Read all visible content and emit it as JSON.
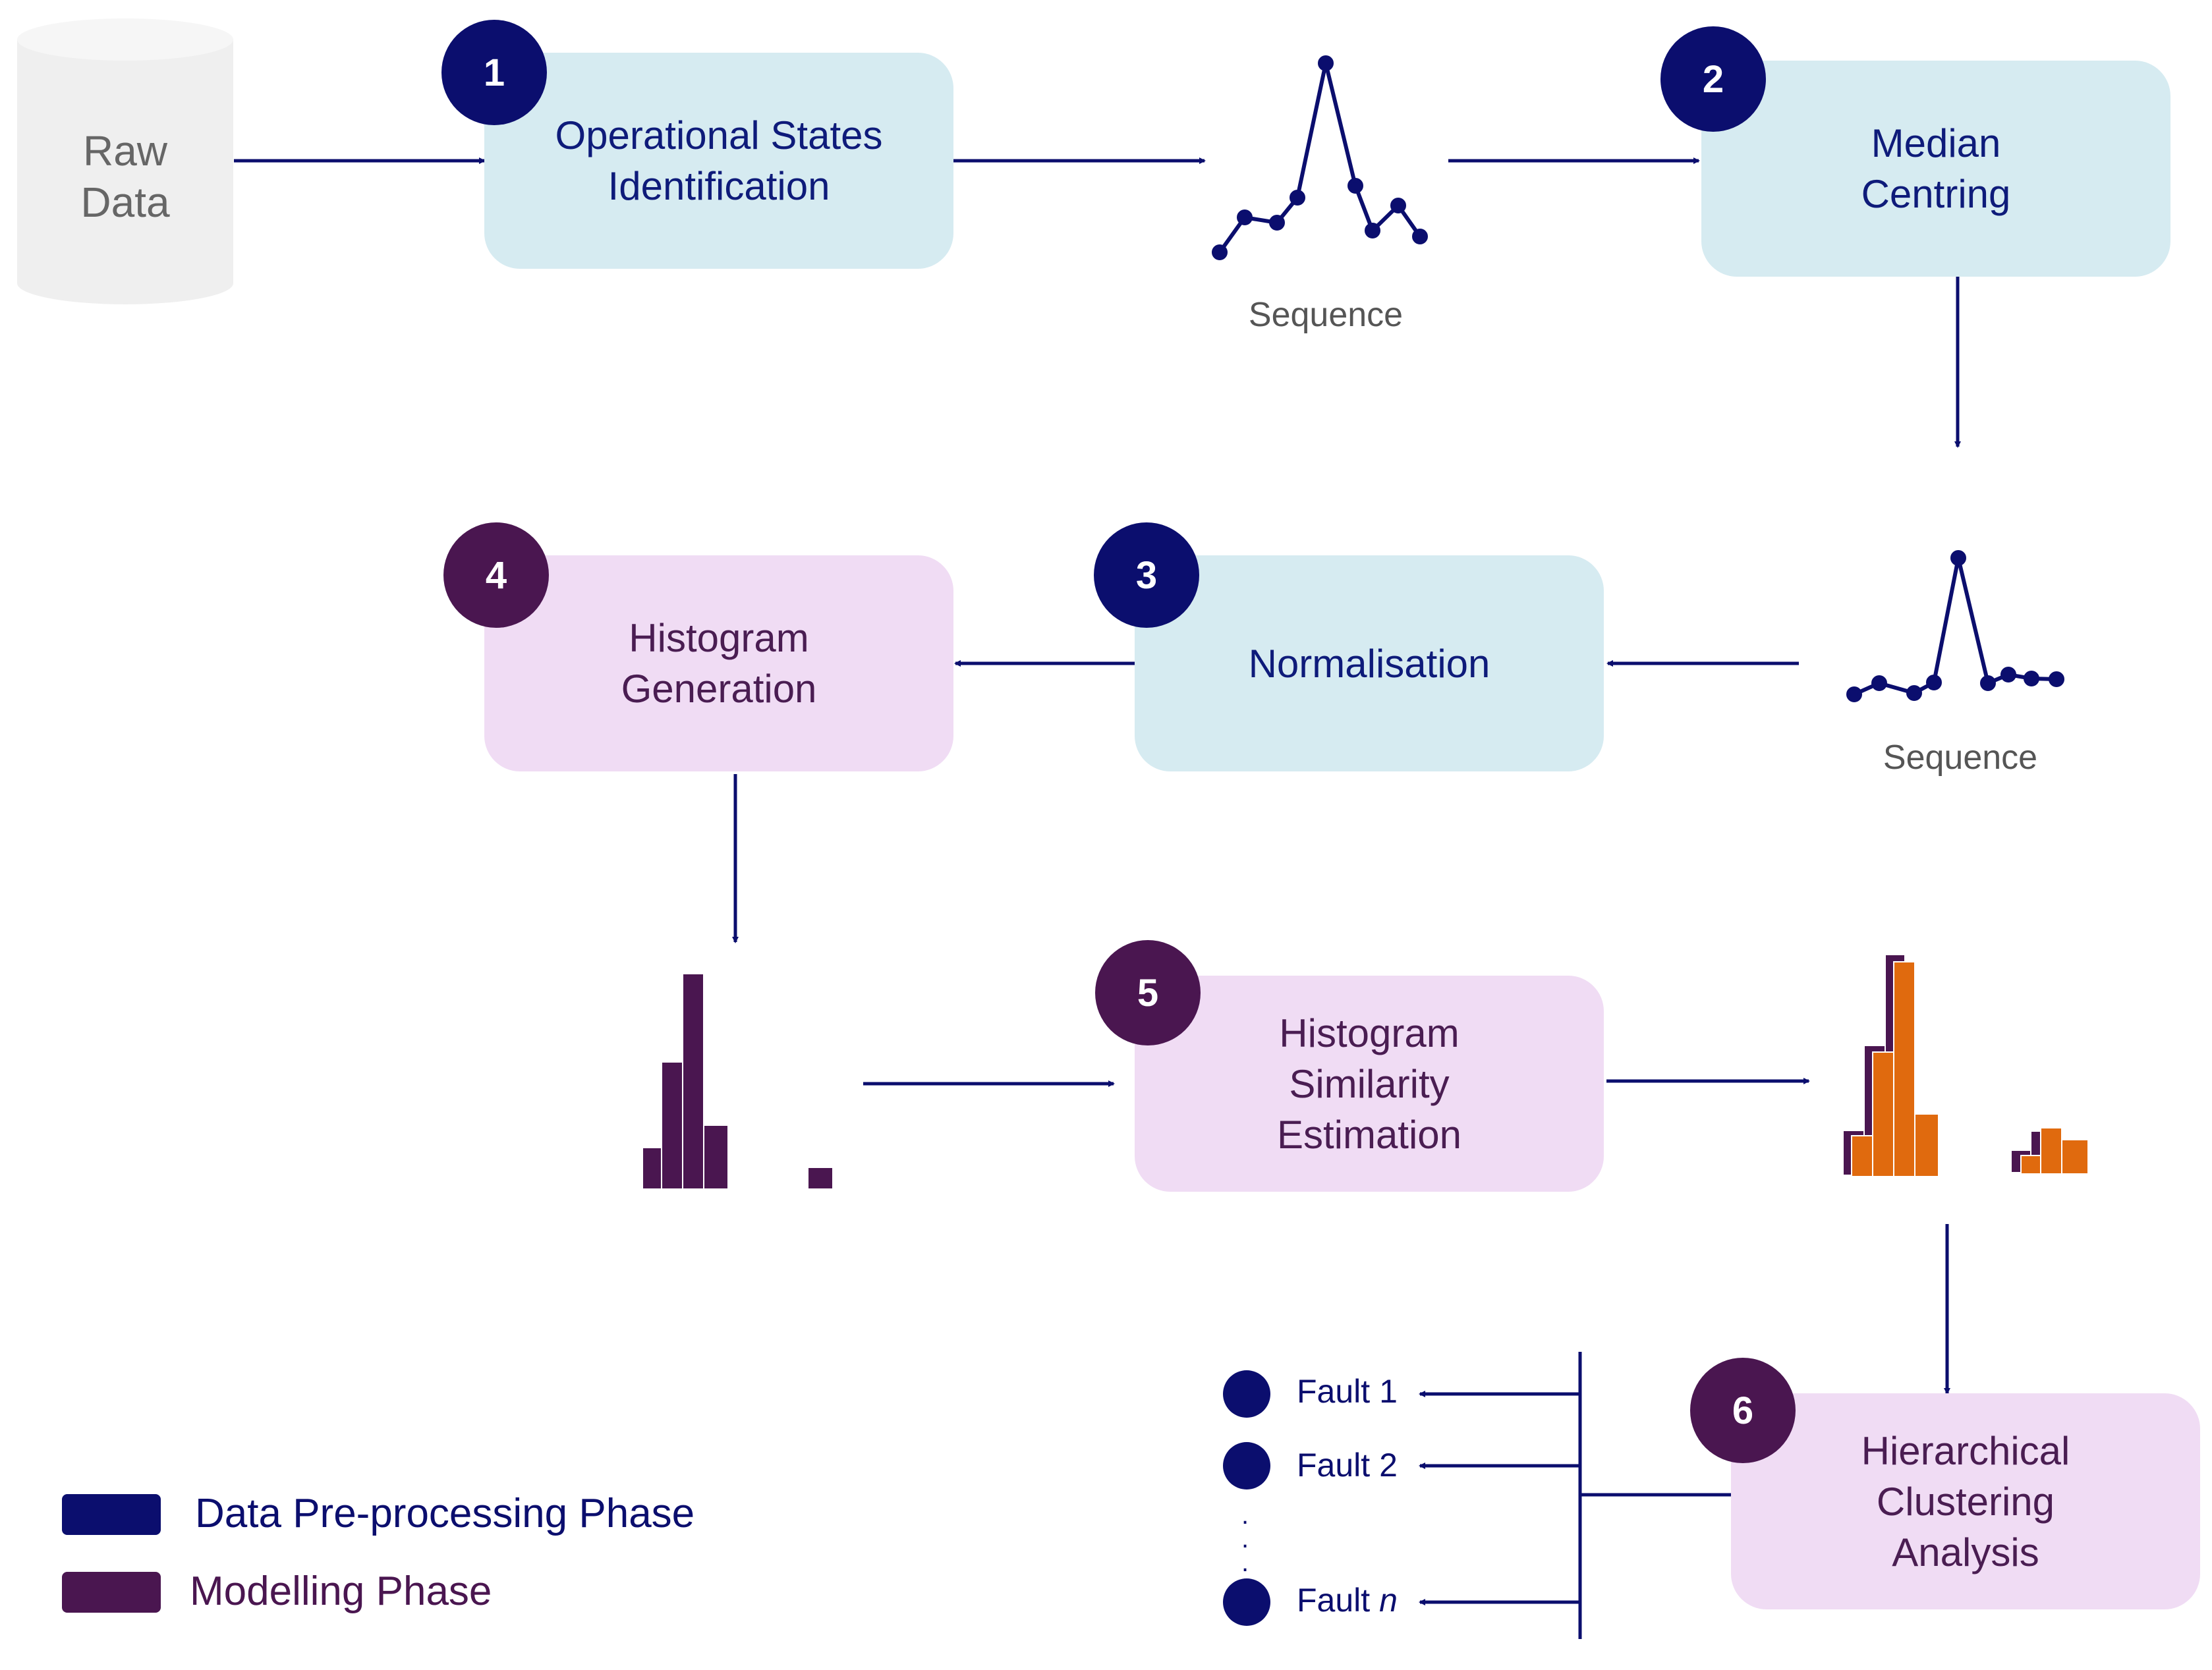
{
  "raw_data": {
    "line1": "Raw",
    "line2": "Data"
  },
  "steps": [
    {
      "number": "1",
      "line1": "Operational States",
      "line2": "Identification",
      "line3": ""
    },
    {
      "number": "2",
      "line1": "Median",
      "line2": "Centring",
      "line3": ""
    },
    {
      "number": "3",
      "line1": "Normalisation",
      "line2": "",
      "line3": ""
    },
    {
      "number": "4",
      "line1": "Histogram",
      "line2": "Generation",
      "line3": ""
    },
    {
      "number": "5",
      "line1": "Histogram",
      "line2": "Similarity",
      "line3": "Estimation"
    },
    {
      "number": "6",
      "line1": "Hierarchical",
      "line2": "Clustering",
      "line3": "Analysis"
    }
  ],
  "sequence_labels": [
    "Sequence",
    "Sequence"
  ],
  "faults": [
    {
      "name": "Fault",
      "index": "1"
    },
    {
      "name": "Fault",
      "index": "2"
    },
    {
      "name": "Fault",
      "index": "n"
    }
  ],
  "fault_ellipsis": ".\n.\n.",
  "legend": [
    {
      "label": "Data Pre-processing Phase",
      "color": "#0b0e6e"
    },
    {
      "label": "Modelling Phase",
      "color": "#4a1650"
    }
  ],
  "colors": {
    "preprocessing_box": "#d6ebf1",
    "modelling_box": "#f0dcf4",
    "preprocessing_badge": "#0b0e6e",
    "modelling_badge": "#4a1650",
    "arrow": "#0b0e6e",
    "histogram_purple": "#4a1650",
    "histogram_orange": "#e06a0e"
  }
}
